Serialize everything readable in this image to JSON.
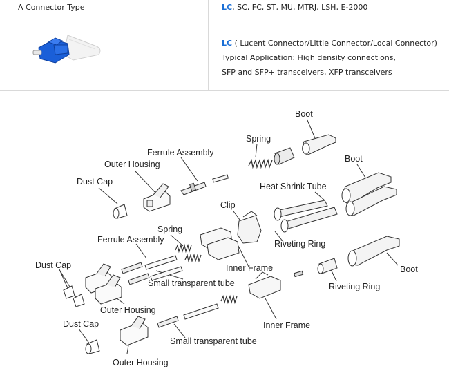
{
  "table": {
    "col_header": "A Connector Type",
    "types_accent": "LC",
    "types_rest": ", SC, FC, ST, MU, MTRJ, LSH, E-2000",
    "desc_accent": "LC",
    "desc_line1_rest": " ( Lucent Connector/Little Connector/Local Connector)",
    "desc_line2": "Typical Application: High density connections,",
    "desc_line3": "SFP and SFP+ transceivers, XFP transceivers"
  },
  "colors": {
    "accent": "#1a6fd6",
    "connector_blue": "#1a5fd8"
  },
  "diagram_labels": {
    "boot_top": "Boot",
    "spring_top": "Spring",
    "ferrule_assembly_top": "Ferrule Assembly",
    "outer_housing_top": "Outer Housing",
    "dust_cap_top": "Dust Cap",
    "boot_right": "Boot",
    "heat_shrink_tube": "Heat Shrink Tube",
    "clip": "Clip",
    "spring_mid": "Spring",
    "ferrule_assembly_mid": "Ferrule Assembly",
    "riveting_ring_mid": "Riveting Ring",
    "inner_frame_mid": "Inner Frame",
    "dust_cap_mid": "Dust Cap",
    "boot_bottom_right": "Boot",
    "small_tube_mid": "Small transparent tube",
    "riveting_ring_bottom": "Riveting Ring",
    "outer_housing_mid": "Outer Housing",
    "inner_frame_bottom": "Inner Frame",
    "dust_cap_bottom": "Dust Cap",
    "small_tube_bottom": "Small transparent tube",
    "outer_housing_bottom": "Outer Housing"
  }
}
